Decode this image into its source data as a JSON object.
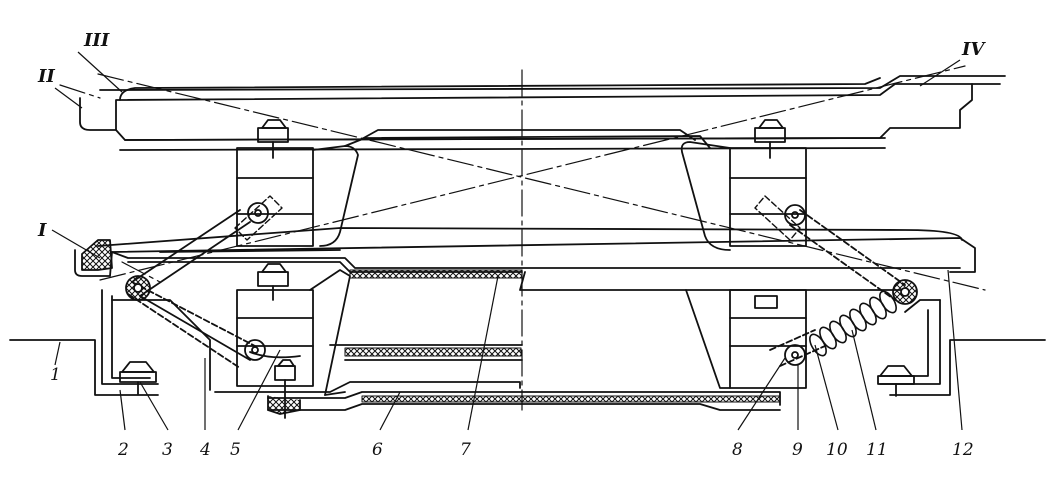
{
  "figure": {
    "callouts": [
      {
        "key": "1",
        "text": "1"
      },
      {
        "key": "2",
        "text": "2"
      },
      {
        "key": "3",
        "text": "3"
      },
      {
        "key": "4",
        "text": "4"
      },
      {
        "key": "5",
        "text": "5"
      },
      {
        "key": "6",
        "text": "6"
      },
      {
        "key": "7",
        "text": "7"
      },
      {
        "key": "8",
        "text": "8"
      },
      {
        "key": "9",
        "text": "9"
      },
      {
        "key": "10",
        "text": "10"
      },
      {
        "key": "11",
        "text": "11"
      },
      {
        "key": "12",
        "text": "12"
      }
    ],
    "positions": [
      {
        "key": "I",
        "text": "I"
      },
      {
        "key": "II",
        "text": "II"
      },
      {
        "key": "III",
        "text": "III"
      },
      {
        "key": "IV",
        "text": "IV"
      }
    ],
    "colors": {
      "ink": "#111111",
      "background": "#ffffff"
    }
  }
}
